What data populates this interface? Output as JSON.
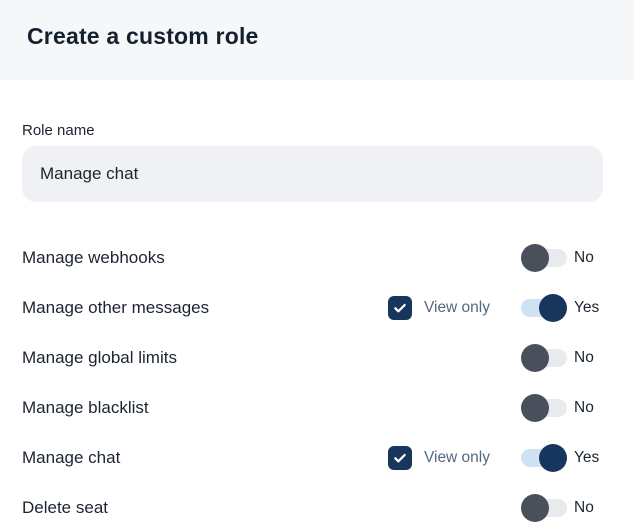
{
  "header": {
    "title": "Create a custom role"
  },
  "form": {
    "role_name_label": "Role name",
    "role_name_value": "Manage chat"
  },
  "view_only_label": "View only",
  "permissions": [
    {
      "label": "Manage webhooks",
      "view_only_visible": false,
      "view_only_checked": false,
      "enabled": false,
      "state_label": "No"
    },
    {
      "label": "Manage other messages",
      "view_only_visible": true,
      "view_only_checked": true,
      "enabled": true,
      "state_label": "Yes"
    },
    {
      "label": "Manage global limits",
      "view_only_visible": false,
      "view_only_checked": false,
      "enabled": false,
      "state_label": "No"
    },
    {
      "label": "Manage blacklist",
      "view_only_visible": false,
      "view_only_checked": false,
      "enabled": false,
      "state_label": "No"
    },
    {
      "label": "Manage chat",
      "view_only_visible": true,
      "view_only_checked": true,
      "enabled": true,
      "state_label": "Yes"
    },
    {
      "label": "Delete seat",
      "view_only_visible": false,
      "view_only_checked": false,
      "enabled": false,
      "state_label": "No"
    }
  ],
  "colors": {
    "accent_navy": "#16365d",
    "toggle_on_track": "#cfe2f4",
    "toggle_off_knob": "#4a505b",
    "toggle_off_track": "#e9eaed",
    "header_bg": "#f6f7f9",
    "input_bg": "#f0f1f4",
    "title_text": "#15202d",
    "body_text": "#1c2430",
    "muted_text": "#53687e"
  }
}
